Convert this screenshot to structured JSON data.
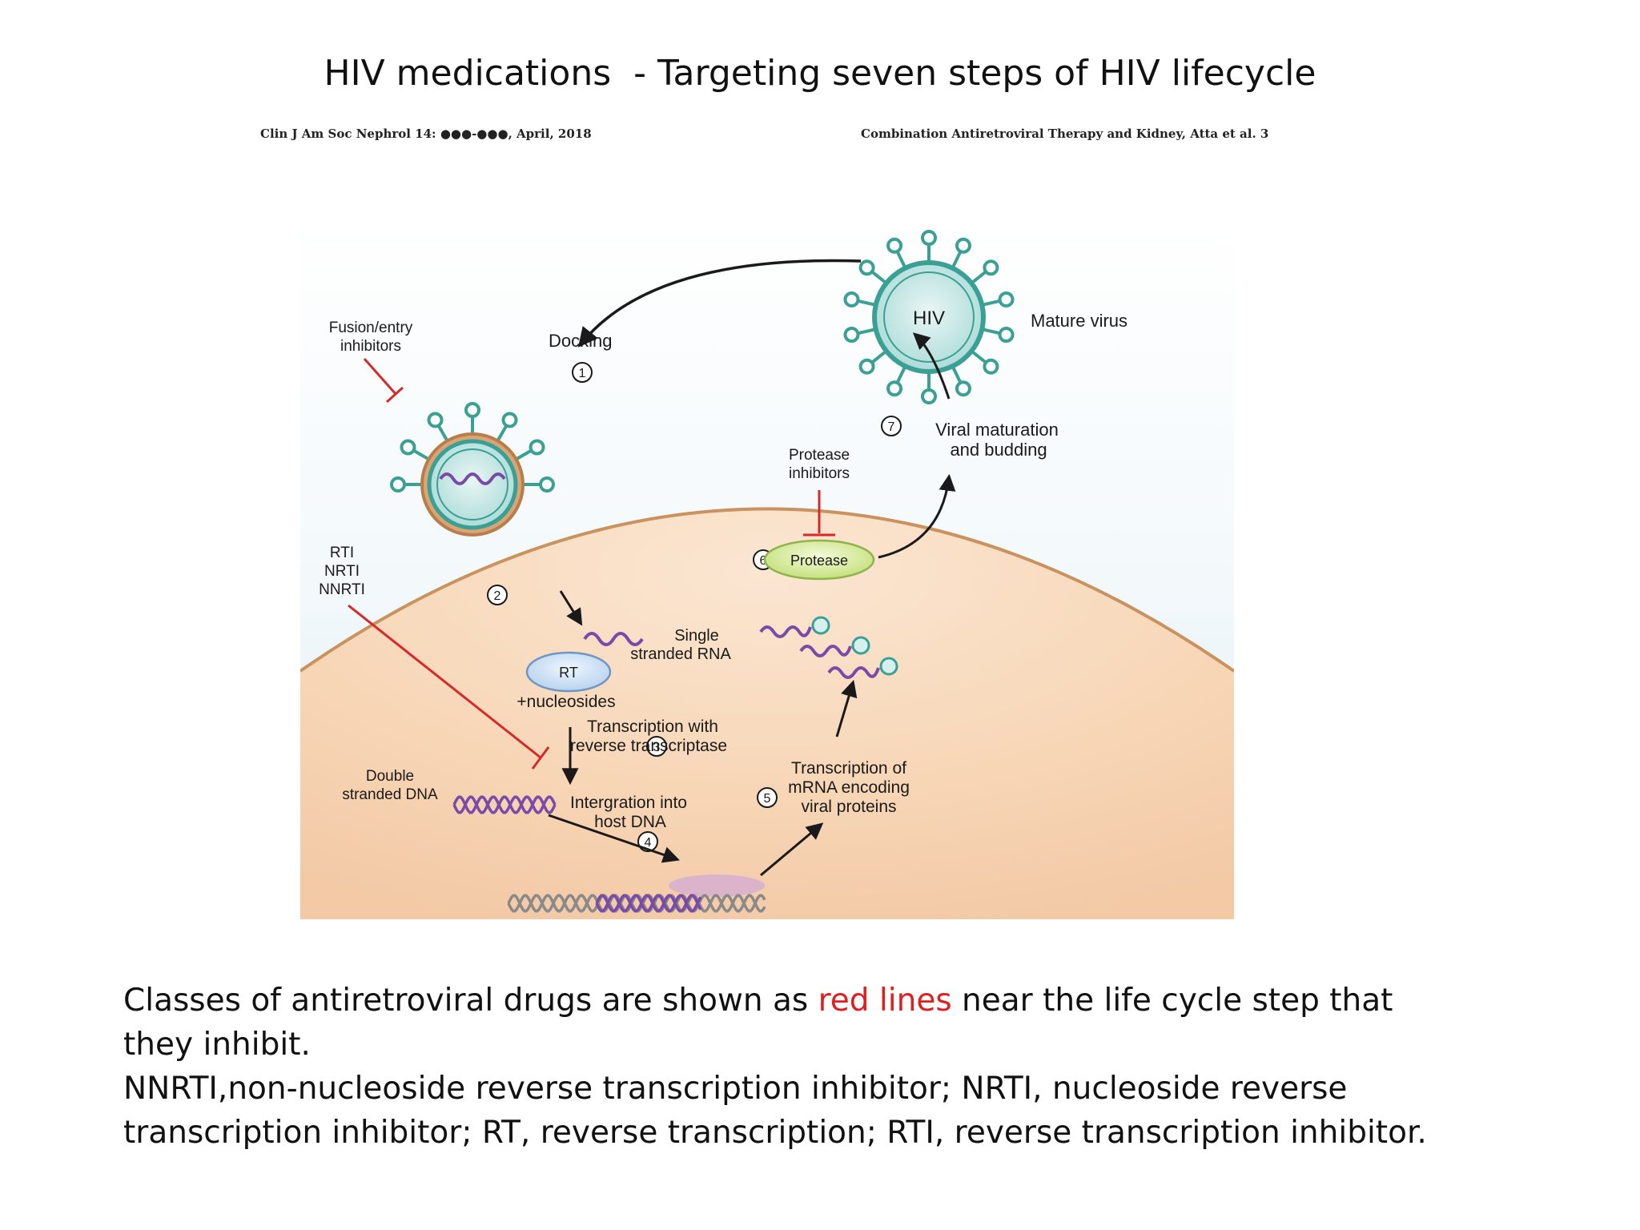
{
  "title": "HIV medications  - Targeting seven steps of HIV lifecycle",
  "journal": {
    "left": "Clin J Am Soc Nephrol 14: ●●●-●●●, April, 2018",
    "right": "Combination Antiretroviral Therapy and Kidney, Atta et al.   3"
  },
  "diagram": {
    "hiv_label": "HIV",
    "mature_virus": "Mature virus",
    "docking": "Docking",
    "step_numbers": [
      "1",
      "2",
      "3",
      "4",
      "5",
      "6",
      "7"
    ],
    "fusion_inhibitors": [
      "Fusion/entry",
      "inhibitors"
    ],
    "rti_labels": [
      "RTI",
      "NRTI",
      "NNRTI"
    ],
    "protease_inhibitors": [
      "Protease",
      "inhibitors"
    ],
    "protease": "Protease",
    "viral_maturation": [
      "Viral maturation",
      "and budding"
    ],
    "single_rna": [
      "Single",
      "stranded RNA"
    ],
    "rt": "RT",
    "nucleosides": "+nucleosides",
    "transcription_rt": [
      "Transcription with",
      "reverse transcriptase"
    ],
    "double_dna": [
      "Double",
      "stranded DNA"
    ],
    "integration": [
      "Intergration into",
      "host DNA"
    ],
    "transcription_mrna": [
      "Transcription of",
      "mRNA encoding",
      "viral proteins"
    ]
  },
  "caption": {
    "line1_before": "Classes of antiretroviral drugs are shown as ",
    "line1_highlight": "red lines",
    "line1_after": " near the life cycle step that they inhibit.",
    "line2": "NNRTI,non-nucleoside reverse transcription inhibitor; NRTI, nucleoside reverse transcription inhibitor; RT, reverse transcription; RTI, reverse transcription inhibitor."
  },
  "colors": {
    "inhibitor_line": "#d42a2a",
    "caption_highlight": "#e02020",
    "cell_fill": "#f6d2b0",
    "cell_border": "#c9925e",
    "virus_fill": "#bfe4e2",
    "virus_stroke": "#3aa095",
    "rna": "#7a4aa8",
    "protease_fill": "#d6ec9a"
  }
}
